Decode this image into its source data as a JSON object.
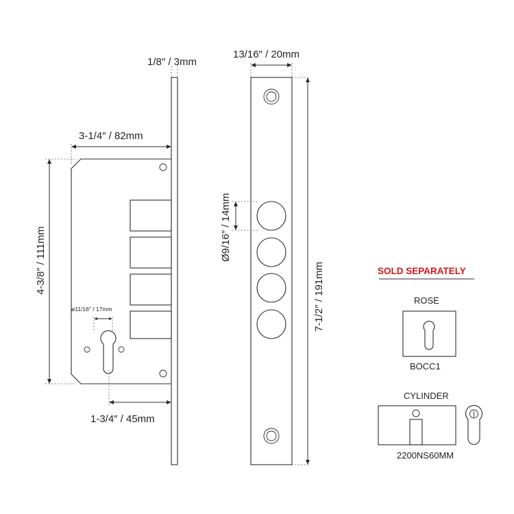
{
  "dimensions": {
    "faceplate_thickness": "1/8″ / 3mm",
    "faceplate_width": "13/16″ / 20mm",
    "case_depth": "3-1/4″ / 82mm",
    "case_height": "4-3/8″ / 111mm",
    "backset": "1-3/4″ / 45mm",
    "cylinder_hole": "ø11/16″ / 17mm",
    "bolt_diameter": "Ø9/16″ / 14mm",
    "faceplate_height": "7-1/2″ / 191mm"
  },
  "sold_separately": {
    "heading": "SOLD SEPARATELY",
    "rose_label": "ROSE",
    "rose_code": "BOCC1",
    "cylinder_label": "CYLINDER",
    "cylinder_code": "2200NS60MM"
  }
}
